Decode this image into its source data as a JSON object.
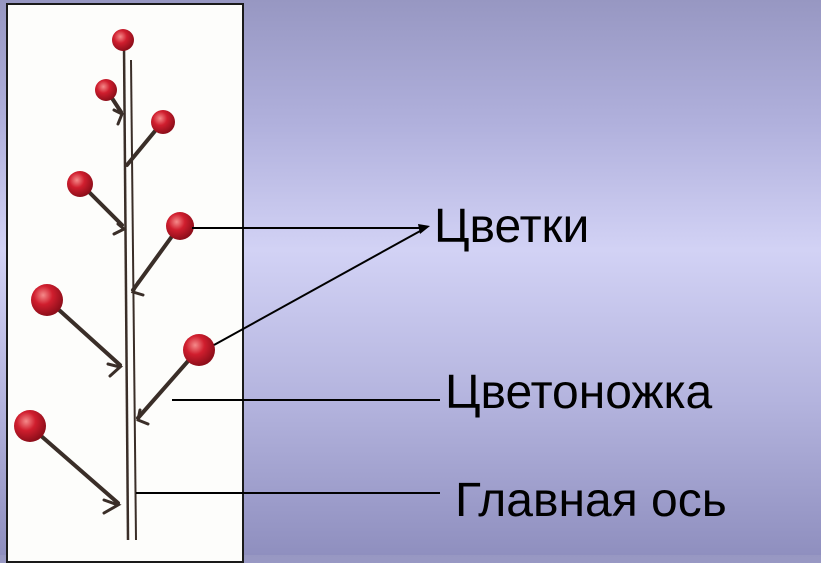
{
  "labels": {
    "flowers": "Цветки",
    "pedicel": "Цветоножка",
    "main_axis": "Главная ось"
  },
  "colors": {
    "flower": "#d01e2e",
    "flower_highlight": "#f07a7a",
    "stem": "#3a2e28",
    "panel": "#fdfdfb",
    "background": "#c8c8ef"
  }
}
